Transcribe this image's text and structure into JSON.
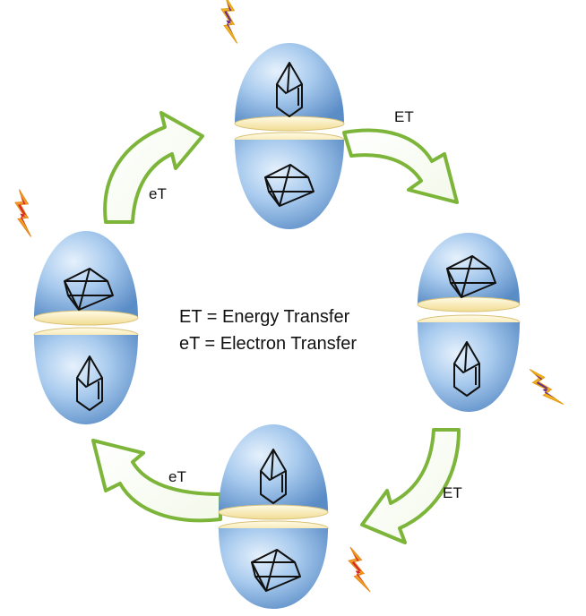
{
  "legend": {
    "line1": "ET = Energy Transfer",
    "line2": "eT = Electron Transfer"
  },
  "arrows": {
    "top_left": "eT",
    "top_right": "ET",
    "bottom_right": "ET",
    "bottom_left": "eT"
  },
  "colors": {
    "capsule_blue": "#9ec3ea",
    "capsule_dark": "#5e8fc8",
    "rim_yellow": "#f7e9b0",
    "arrow_green": "#7db53a",
    "bolt_red_outer": "#f2a024",
    "bolt_red_inner": "#d8262a",
    "bolt_purple_outer": "#f3b51b",
    "bolt_purple_inner": "#6a2c8a"
  },
  "capsules": [
    {
      "name": "capsule-top",
      "upper_molecule": "norbornadiene",
      "lower_molecule": "quadricyclane"
    },
    {
      "name": "capsule-right",
      "upper_molecule": "quadricyclane",
      "lower_molecule": "norbornadiene"
    },
    {
      "name": "capsule-bottom",
      "upper_molecule": "norbornadiene",
      "lower_molecule": "quadricyclane"
    },
    {
      "name": "capsule-left",
      "upper_molecule": "quadricyclane",
      "lower_molecule": "norbornadiene"
    }
  ],
  "bolts": [
    {
      "name": "bolt-top",
      "style": "purple"
    },
    {
      "name": "bolt-left",
      "style": "red"
    },
    {
      "name": "bolt-right",
      "style": "purple"
    },
    {
      "name": "bolt-bottom",
      "style": "red"
    }
  ]
}
